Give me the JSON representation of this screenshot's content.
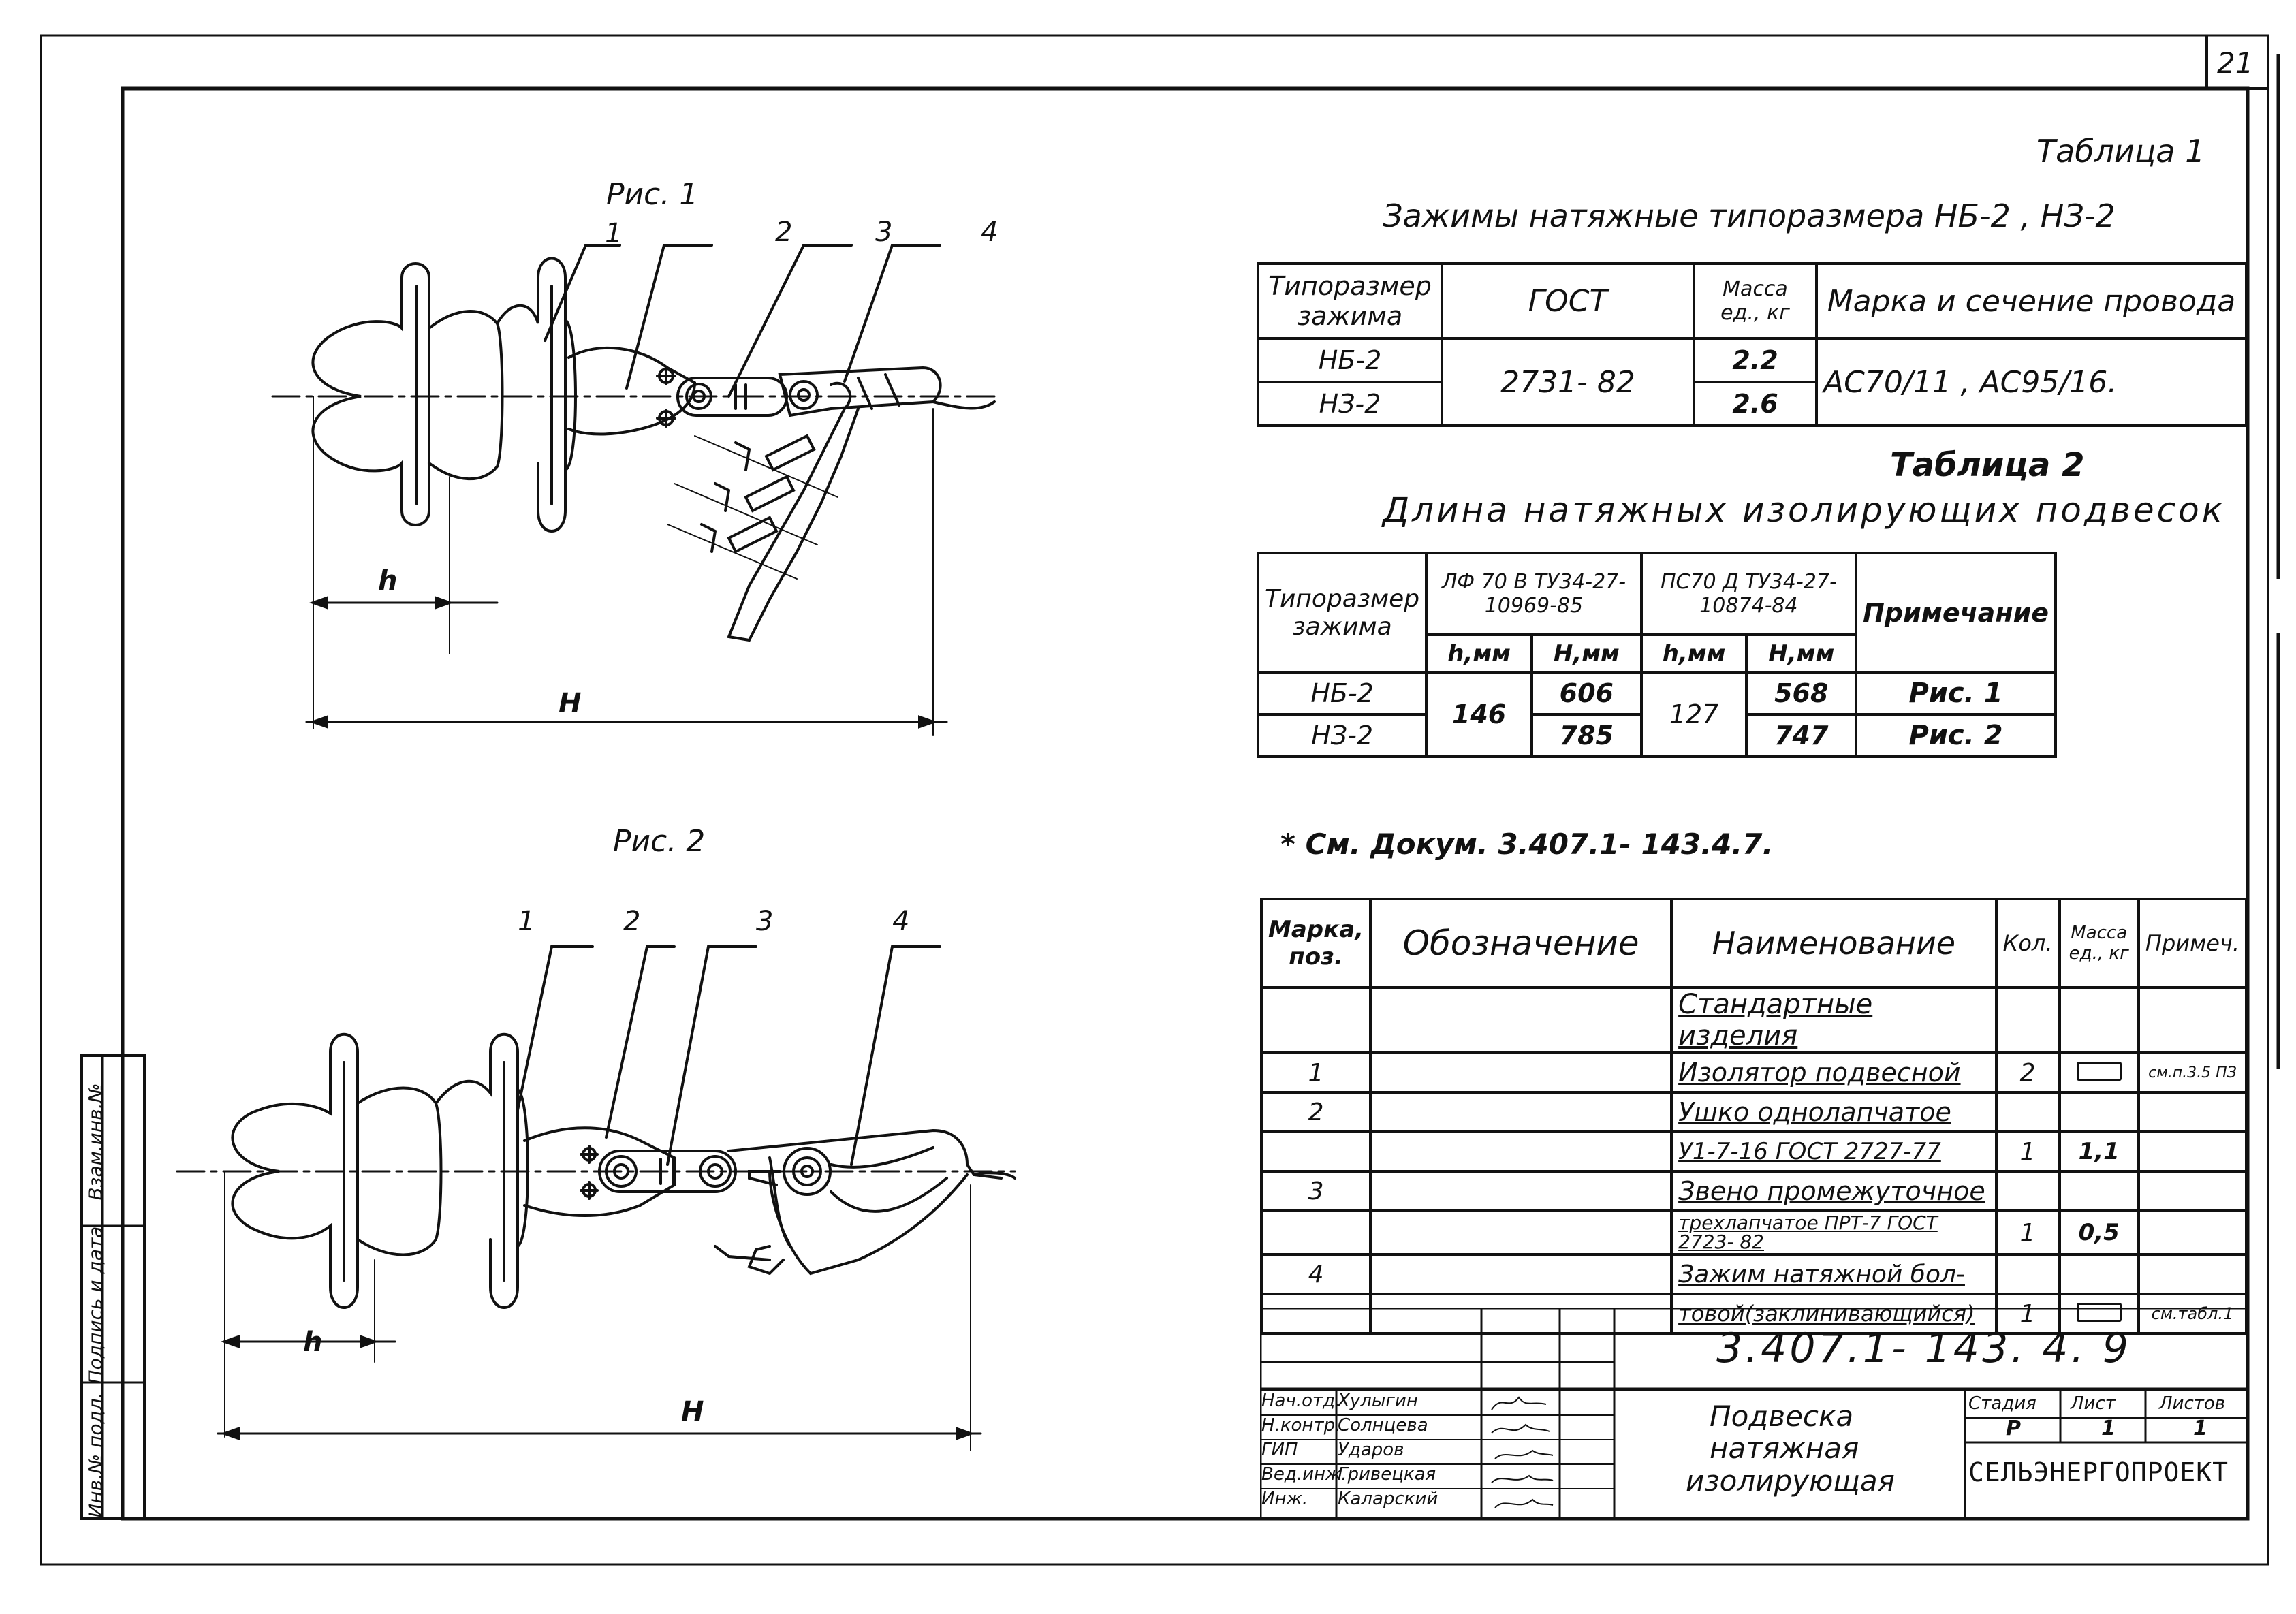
{
  "sheet": {
    "page_number": "21"
  },
  "figures": {
    "fig1": {
      "caption": "Рис. 1",
      "callouts": [
        "1",
        "2",
        "3",
        "4"
      ],
      "dim_h": "h",
      "dim_H": "H"
    },
    "fig2": {
      "caption": "Рис. 2",
      "callouts": [
        "1",
        "2",
        "3",
        "4"
      ],
      "dim_h": "h",
      "dim_H": "H"
    }
  },
  "table1": {
    "number": "Таблица 1",
    "title": "Зажимы натяжные типоразмера НБ-2 , НЗ-2",
    "headers": {
      "size": "Типоразмер зажима",
      "gost": "ГОСТ",
      "mass": "Масса ед., кг",
      "wire": "Марка и сечение провода"
    },
    "gost": "2731- 82",
    "wire": "АС70/11 , АС95/16.",
    "rows": [
      {
        "size": "НБ-2",
        "mass": "2.2"
      },
      {
        "size": "НЗ-2",
        "mass": "2.6"
      }
    ]
  },
  "table2": {
    "number": "Таблица 2",
    "title": "Длина натяжных изолирующих подвесок",
    "headers": {
      "size": "Типоразмер зажима",
      "group1": "ЛФ 70 В ТУ34-27-10969-85",
      "group2": "ПС70 Д ТУ34-27-10874-84",
      "h": "h,мм",
      "H": "Н,мм",
      "note": "Примечание"
    },
    "h1": "146",
    "h2": "127",
    "rows": [
      {
        "size": "НБ-2",
        "H1": "606",
        "H2": "568",
        "note": "Рис. 1"
      },
      {
        "size": "НЗ-2",
        "H1": "785",
        "H2": "747",
        "note": "Рис. 2"
      }
    ]
  },
  "footnote": "* См. Докум. 3.407.1- 143.4.7.",
  "spec": {
    "headers": {
      "pos": "Марка, поз.",
      "designation": "Обозначение",
      "name": "Наименование",
      "qty": "Кол.",
      "mass": "Масса ед., кг",
      "note": "Примеч."
    },
    "rows": [
      {
        "pos": "",
        "name": "Стандартные изделия",
        "qty": "",
        "mass": "",
        "note": ""
      },
      {
        "pos": "1",
        "name": "Изолятор подвесной",
        "qty": "2",
        "mass": "",
        "note": "см.п.3.5 ПЗ"
      },
      {
        "pos": "2",
        "name": "Ушко однолапчатое",
        "qty": "",
        "mass": "",
        "note": ""
      },
      {
        "pos": "",
        "name": "У1-7-16 ГОСТ 2727-77",
        "qty": "1",
        "mass": "1,1",
        "note": ""
      },
      {
        "pos": "3",
        "name": "Звено промежуточное",
        "qty": "",
        "mass": "",
        "note": ""
      },
      {
        "pos": "",
        "name": "трехлапчатое ПРТ-7 ГОСТ 2723- 82",
        "qty": "1",
        "mass": "0,5",
        "note": ""
      },
      {
        "pos": "4",
        "name": "Зажим натяжной бол-",
        "qty": "",
        "mass": "",
        "note": ""
      },
      {
        "pos": "",
        "name": "товой(заклинивающийся)",
        "qty": "1",
        "mass": "",
        "note": "см.табл.1"
      }
    ]
  },
  "title_block": {
    "doc_code": "3.407.1- 143. 4. 9",
    "roles": [
      {
        "role": "Нач.отд.",
        "name": "Хулыгин"
      },
      {
        "role": "Н.контр.",
        "name": "Солнцева"
      },
      {
        "role": "ГИП",
        "name": "Ударов"
      },
      {
        "role": "Вед.инж.",
        "name": "Гривецкая"
      },
      {
        "role": "Инж.",
        "name": "Каларский"
      }
    ],
    "item_title": [
      "Подвеска",
      "натяжная",
      "изолирующая"
    ],
    "stage_label": "Стадия",
    "sheet_label": "Лист",
    "sheets_label": "Листов",
    "stage": "Р",
    "sheet": "1",
    "sheets": "1",
    "org": "СЕЛЬЭНЕРГОПРОЕКТ"
  },
  "side_stamp": [
    "Инв.№ подл.",
    "Подпись и дата",
    "Взам.инв.№"
  ]
}
